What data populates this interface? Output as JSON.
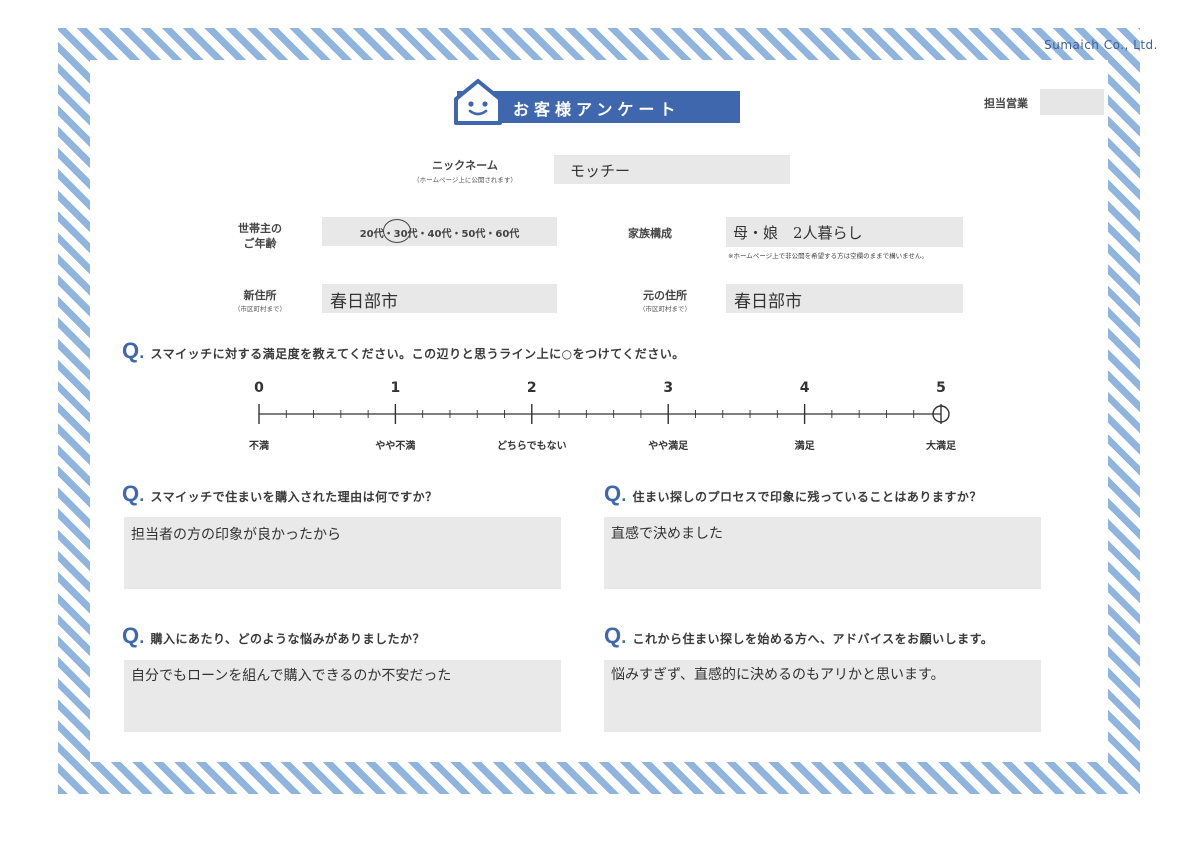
{
  "company": "Sumaich Co., Ltd.",
  "representative_label": "担当営業",
  "title": "お客様アンケート",
  "nickname": {
    "label": "ニックネーム",
    "sub": "（ホームページ上に公開されます）",
    "value": "モッチー"
  },
  "age": {
    "label_line1": "世帯主の",
    "label_line2": "ご年齢",
    "options": "20代・30代・40代・50代・60代",
    "selected": "30代"
  },
  "family": {
    "label": "家族構成",
    "value": "母・娘　2人暮らし",
    "note": "※ホームページ上で非公開を希望する方は空欄のままで構いません。"
  },
  "new_address": {
    "label": "新住所",
    "sub": "（市区町村まで）",
    "value": "春日部市"
  },
  "old_address": {
    "label": "元の住所",
    "sub": "（市区町村まで）",
    "value": "春日部市"
  },
  "q_mark": "Q",
  "q_dot": ".",
  "satisfaction": {
    "question": "スマイッチに対する満足度を教えてください。この辺りと思うライン上に○をつけてください。",
    "numbers": [
      "0",
      "1",
      "2",
      "3",
      "4",
      "5"
    ],
    "labels": [
      "不満",
      "やや不満",
      "どちらでもない",
      "やや満足",
      "満足",
      "大満足"
    ],
    "selected": 5
  },
  "questions": [
    {
      "question": "スマイッチで住まいを購入された理由は何ですか？",
      "answer": "担当者の方の印象が良かったから"
    },
    {
      "question": "住まい探しのプロセスで印象に残っていることはありますか？",
      "answer": "直感で決めました"
    },
    {
      "question": "購入にあたり、どのような悩みがありましたか？",
      "answer": "自分でもローンを組んで購入できるのか不安だった"
    },
    {
      "question": "これから住まい探しを始める方へ、アドバイスをお願いします。",
      "answer": "悩みすぎず、直感的に決めるのもアリかと思います。"
    }
  ],
  "colors": {
    "accent": "#3e67ad",
    "stripe": "#8fb4dd",
    "field": "#e8e8e8"
  }
}
